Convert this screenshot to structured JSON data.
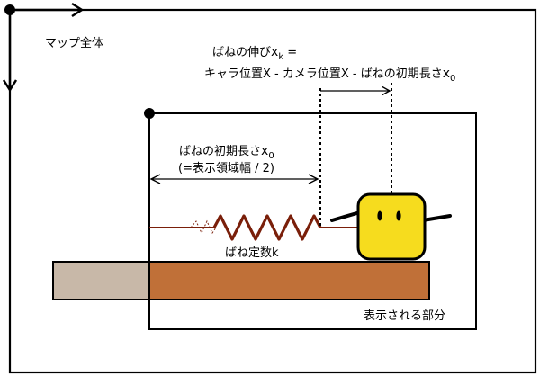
{
  "labels": {
    "map_whole": "マップ全体",
    "stretch_line1": "ばねの伸び",
    "stretch_var": "x",
    "stretch_sub": "k",
    "stretch_eq": " =",
    "formula": "キャラ位置X - カメラ位置X - ばねの初期長さ",
    "formula_var": "x",
    "formula_sub": "0",
    "initial_length_text": "ばねの初期長さ",
    "initial_length_var": "x",
    "initial_length_sub": "0",
    "initial_length_note": "(=表示領域幅 / 2)",
    "spring_constant": "ばね定数k",
    "visible_area": "表示される部分"
  },
  "colors": {
    "spring": "#7a1f0a",
    "ground_visible": "#c07038",
    "ground_offscreen": "#c8b8a8",
    "character": "#f6dc1e",
    "outline": "#000000"
  }
}
